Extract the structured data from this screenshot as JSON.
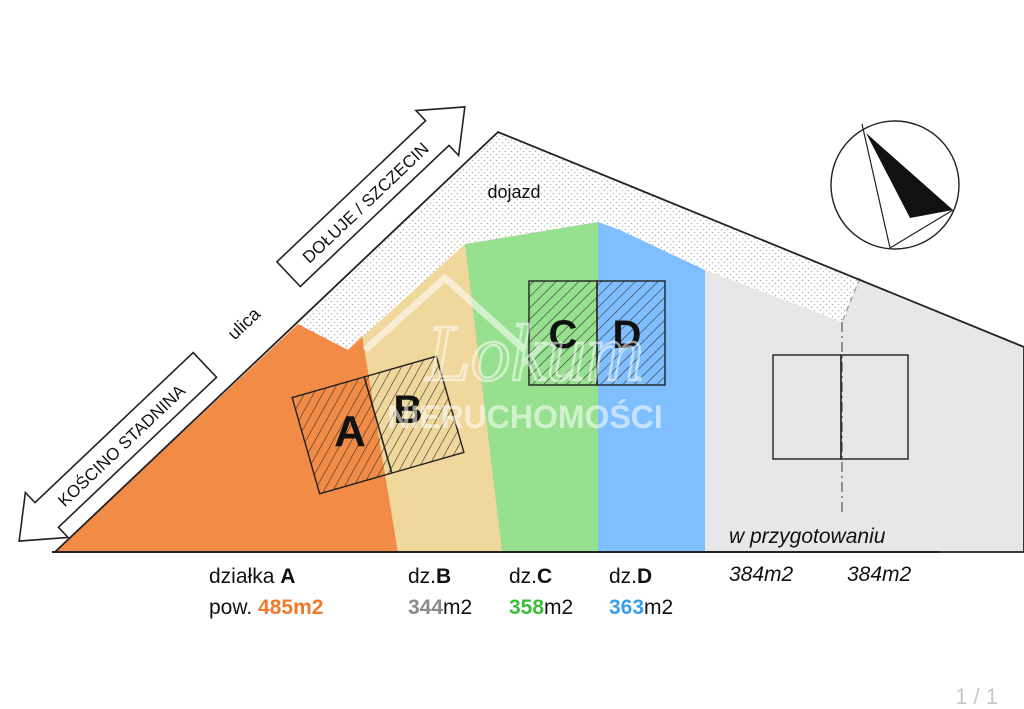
{
  "street": {
    "label": "ulica",
    "direction_top": "DOŁUJE / SZCZECIN",
    "direction_bottom": "KOŚCINO STADNINA"
  },
  "access_road": "dojazd",
  "watermark": {
    "line1": "Lokum",
    "line2": "NIERUCHOMOŚCI"
  },
  "plots": {
    "A": {
      "letter": "A",
      "prefix": "działka ",
      "area_prefix": "pow. ",
      "area": "485m2",
      "color": "#f28b45"
    },
    "B": {
      "letter": "B",
      "prefix": "dz.",
      "area_value": "344",
      "unit": "m2",
      "color": "#f0d79b"
    },
    "C": {
      "letter": "C",
      "prefix": "dz.",
      "area_value": "358",
      "unit": "m2",
      "color": "#97e08f"
    },
    "D": {
      "letter": "D",
      "prefix": "dz.",
      "area_value": "363",
      "unit": "m2",
      "color": "#7fbfff"
    }
  },
  "in_preparation": {
    "label": "w przygotowaniu",
    "areas": [
      "384m2",
      "384m2"
    ],
    "color": "#e6e7e8"
  },
  "colors": {
    "area_A_text": "#f07a2a",
    "area_B_text": "#8a8a8a",
    "area_C_text": "#3bbf3b",
    "area_D_text": "#3a9ee8"
  },
  "pager": "1 / 1"
}
